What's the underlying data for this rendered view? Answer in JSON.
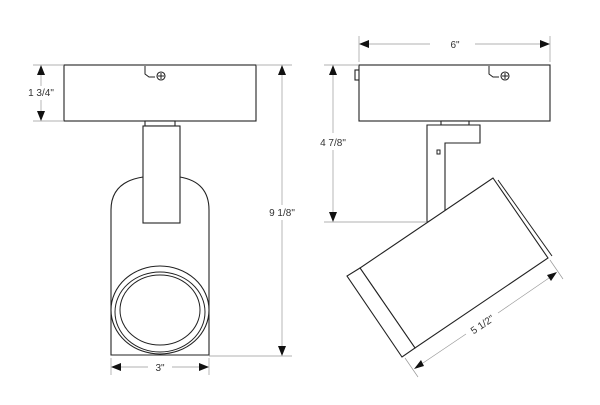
{
  "front_view": {
    "dimensions": {
      "canopy_height": "1 3/4\"",
      "overall_height": "9 1/8\"",
      "width": "3\""
    }
  },
  "side_view": {
    "dimensions": {
      "canopy_length": "6\"",
      "stem_height": "4 7/8\"",
      "head_length": "5 1/2\""
    }
  }
}
